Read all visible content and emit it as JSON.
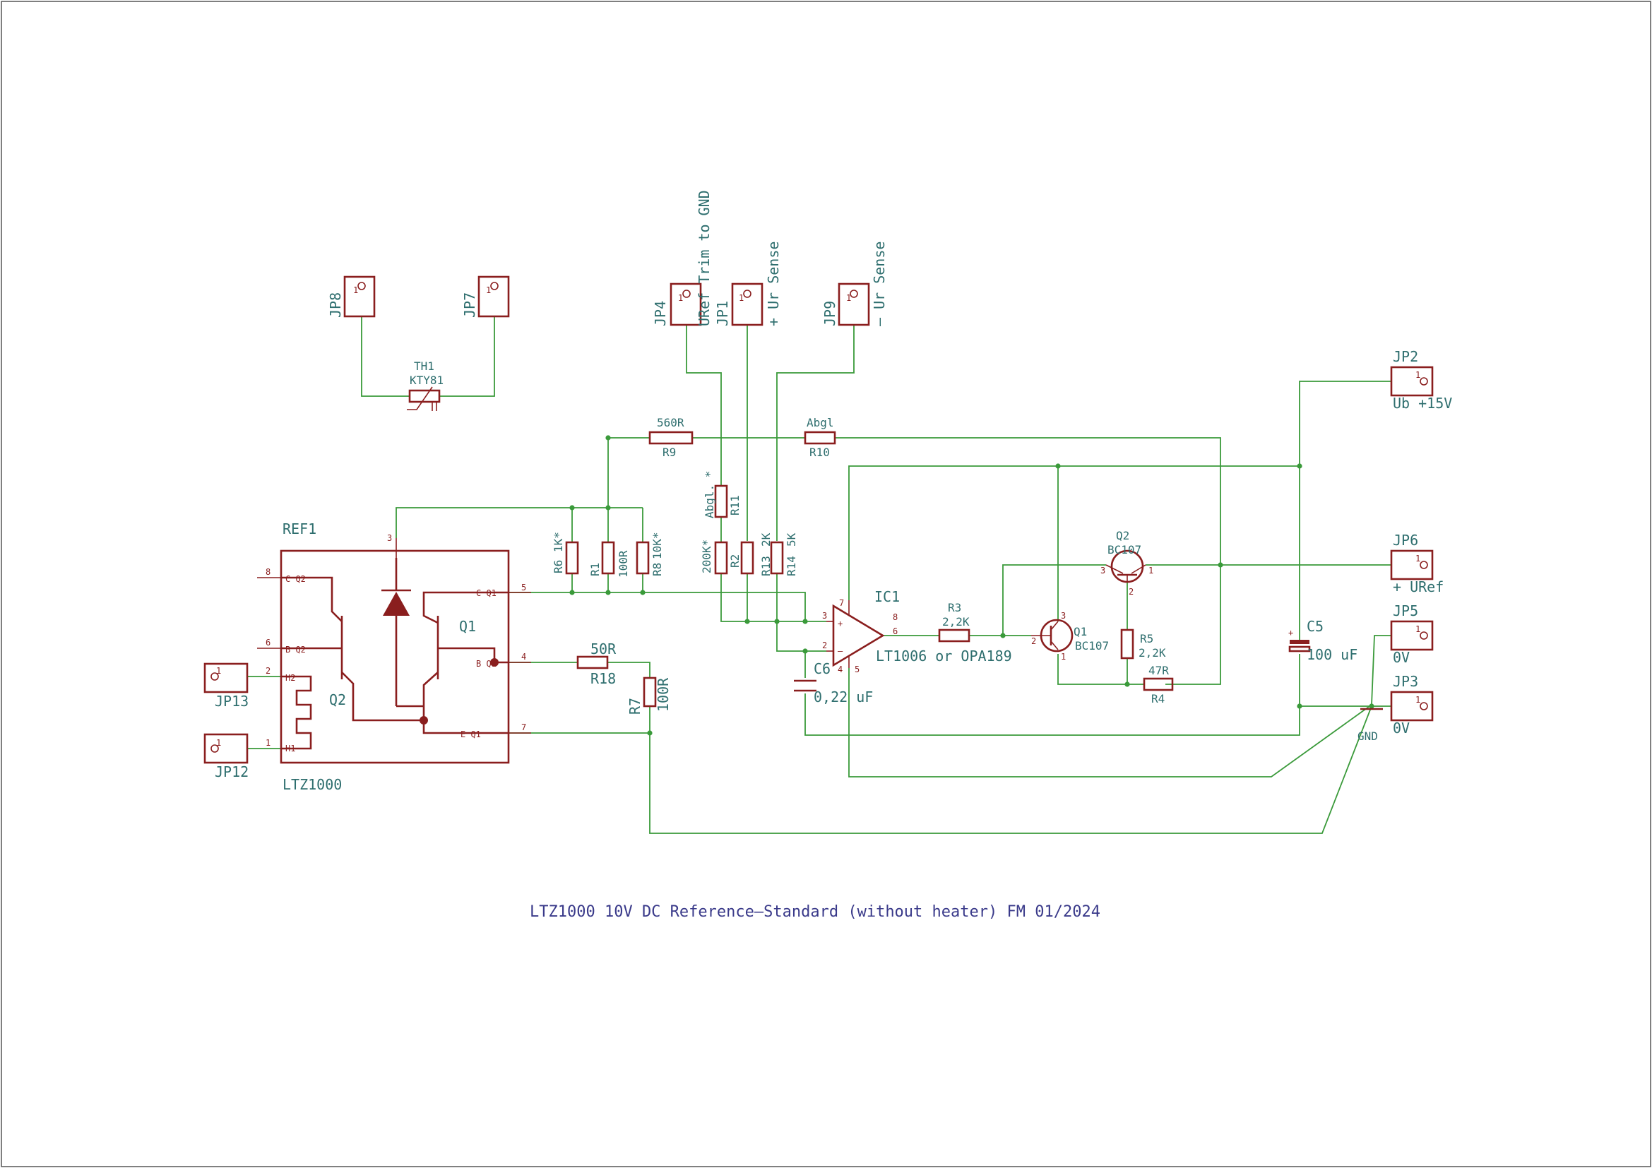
{
  "title": "LTZ1000 10V DC Reference–Standard (without heater) FM 01/2024",
  "colors": {
    "wire": "#3a9a3a",
    "part": "#8a1e1e",
    "label": "#2e6e6e",
    "title": "#3a3a8a"
  },
  "connectors": {
    "jp8": "JP8",
    "jp7": "JP7",
    "jp4": "JP4",
    "jp1": "JP1",
    "jp9": "JP9",
    "jp2": "JP2",
    "jp6": "JP6",
    "jp5": "JP5",
    "jp3": "JP3",
    "jp13": "JP13",
    "jp12": "JP12",
    "pin1": "1"
  },
  "net_labels": {
    "uref_trim": "URef Trim to GND",
    "plus_ur_sense": "+ Ur Sense",
    "minus_ur_sense": "– Ur Sense",
    "ub": "Ub +15V",
    "plus_uref": "+ URef",
    "zero_v_a": "0V",
    "zero_v_b": "0V",
    "gnd": "GND"
  },
  "components": {
    "th1": {
      "ref": "TH1",
      "value": "KTY81"
    },
    "r9": {
      "ref": "R9",
      "value": "560R"
    },
    "r10": {
      "ref": "R10",
      "value": "Abgl"
    },
    "r11": {
      "ref": "R11",
      "value": "Abgl. *"
    },
    "r6": {
      "ref": "R6",
      "value": "1K*"
    },
    "r1": {
      "ref": "R1",
      "value": "100R"
    },
    "r8": {
      "ref": "R8",
      "value": "10K*"
    },
    "r2": {
      "ref": "R2",
      "value": "200K*"
    },
    "r13": {
      "ref": "R13",
      "value": "2K"
    },
    "r14": {
      "ref": "R14",
      "value": "5K"
    },
    "r18": {
      "ref": "R18",
      "value": "50R"
    },
    "r7": {
      "ref": "R7",
      "value": "100R"
    },
    "r3": {
      "ref": "R3",
      "value": "2,2K"
    },
    "r5": {
      "ref": "R5",
      "value": "2,2K"
    },
    "r4": {
      "ref": "R4",
      "value": "47R"
    },
    "c5": {
      "ref": "C5",
      "value": "100 uF"
    },
    "c6": {
      "ref": "C6",
      "value": "0,22 uF"
    },
    "ic1": {
      "ref": "IC1",
      "value": "LT1006 or OPA189"
    },
    "q1": {
      "ref": "Q1",
      "value": "BC107"
    },
    "q2": {
      "ref": "Q2",
      "value": "BC107"
    },
    "ref1": {
      "ref": "REF1",
      "value": "LTZ1000",
      "inner_q1": "Q1",
      "inner_q2": "Q2"
    }
  },
  "pins": {
    "ref1": {
      "p8": "8",
      "p6": "6",
      "p2": "2",
      "p1": "1",
      "p3": "3",
      "p5": "5",
      "p4": "4",
      "p7": "7",
      "c_q2": "C  Q2",
      "b_q2": "B  Q2",
      "h2": "H2",
      "h1": "H1",
      "c_q1": "C  Q1",
      "b_q1": "B  Q1",
      "e_q1": "E  Q1"
    },
    "ic1": {
      "p7": "7",
      "p3": "3",
      "p2": "2",
      "p6": "6",
      "p4": "4",
      "p5": "5",
      "p8": "8",
      "plus": "+",
      "minus": "–"
    },
    "q1": {
      "p1": "1",
      "p2": "2",
      "p3": "3"
    },
    "q2": {
      "p1": "1",
      "p2": "2",
      "p3": "3"
    },
    "c5": {
      "plus": "+"
    }
  }
}
